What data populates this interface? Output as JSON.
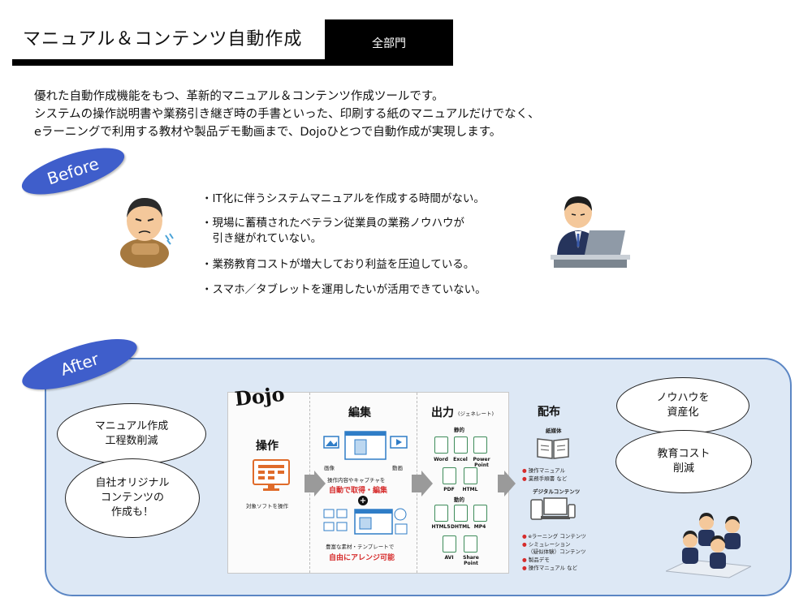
{
  "header": {
    "title": "マニュアル＆コンテンツ自動作成",
    "department": "全部門"
  },
  "intro": {
    "lines": [
      "優れた自動作成機能をもつ、革新的マニュアル＆コンテンツ作成ツールです。",
      "システムの操作説明書や業務引き継ぎ時の手書といった、印刷する紙のマニュアルだけでなく、",
      "eラーニングで利用する教材や製品デモ動画まで、Dojoひとつで自動作成が実現します。"
    ]
  },
  "before": {
    "tag": "Before",
    "bullets": [
      "・IT化に伴うシステムマニュアルを作成する時間がない。",
      "・現場に蓄積されたベテラン従業員の業務ノウハウが",
      "　引き継がれていない。",
      "・業務教育コストが増大しており利益を圧迫している。",
      "・スマホ／タブレットを運用したいが活用できていない。"
    ]
  },
  "after": {
    "tag": "After",
    "bubbles_left": [
      {
        "lines": [
          "マニュアル作成",
          "工程数削減"
        ]
      },
      {
        "lines": [
          "自社オリジナル",
          "コンテンツの",
          "作成も！"
        ]
      }
    ],
    "bubbles_right": [
      {
        "lines": [
          "ノウハウを",
          "資産化"
        ]
      },
      {
        "lines": [
          "教育コスト",
          "削減"
        ]
      }
    ]
  },
  "diagram": {
    "logo": "Dojo",
    "headers": {
      "operate": "操作",
      "edit": "編集",
      "output": "出力",
      "output_sub": "(ジェネレート)",
      "distribute": "配布"
    },
    "operate_caption": "対象ソフトを操作",
    "edit": {
      "image_label": "画像",
      "video_label": "動画",
      "capture_caption": "操作内容やキャプチャを",
      "capture_red": "自動で取得・編集",
      "plus": "+",
      "template_caption": "豊富な素材・テンプレートで",
      "template_red": "自由にアレンジ可能"
    },
    "output": {
      "static_label": "静的",
      "static_formats": [
        "Word",
        "Excel",
        "Power Point",
        "PDF",
        "HTML"
      ],
      "dynamic_label": "動的",
      "dynamic_formats": [
        "HTML5",
        "DHTML",
        "MP4",
        "AVI",
        "Share Point"
      ]
    },
    "distribute": {
      "paper_label": "紙媒体",
      "paper_items": [
        "操作マニュアル",
        "業務手順書 など"
      ],
      "digital_label": "デジタルコンテンツ",
      "digital_items": [
        "eラーニング コンテンツ",
        "シミュレーション",
        "（疑似体験）コンテンツ",
        "製品デモ",
        "操作マニュアル など"
      ]
    }
  }
}
